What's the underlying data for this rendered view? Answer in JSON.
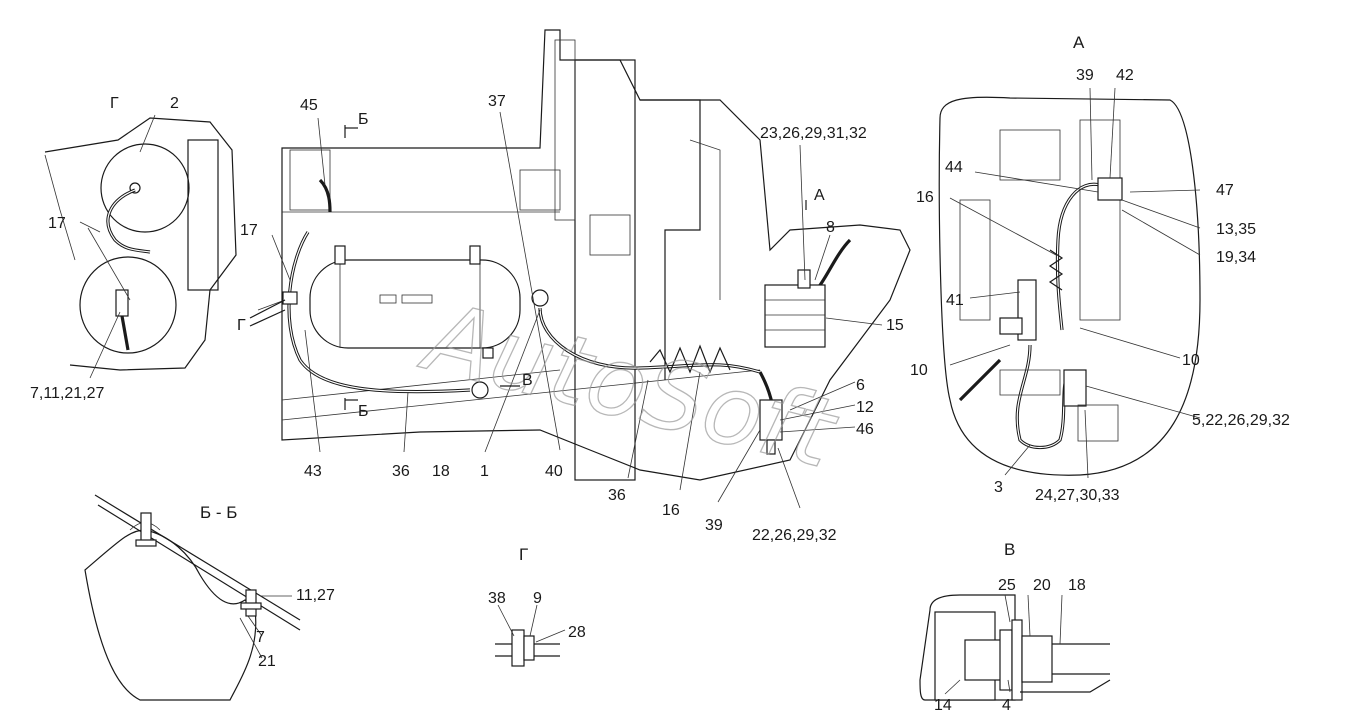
{
  "watermark": "AutoSoft",
  "views": {
    "A": "А",
    "B": "В",
    "BB": "Б - Б",
    "G": "Г"
  },
  "section_marks": {
    "b_top": "Б",
    "b_bottom": "Б",
    "v_arrow": "В",
    "a_arrow": "А",
    "g_arrow": "Г"
  },
  "labels": [
    "2",
    "Г",
    "17",
    "7,11,21,27",
    "45",
    "37",
    "17",
    "43",
    "36",
    "18",
    "1",
    "40",
    "36",
    "16",
    "39",
    "23,26,29,31,32",
    "8",
    "15",
    "6",
    "12",
    "46",
    "22,26,29,32",
    "39",
    "42",
    "44",
    "16",
    "47",
    "13,35",
    "19,34",
    "41",
    "10",
    "10",
    "5,22,26,29,32",
    "3",
    "24,27,30,33",
    "11,27",
    "7",
    "21",
    "38",
    "9",
    "28",
    "25",
    "20",
    "18",
    "14",
    "4"
  ]
}
